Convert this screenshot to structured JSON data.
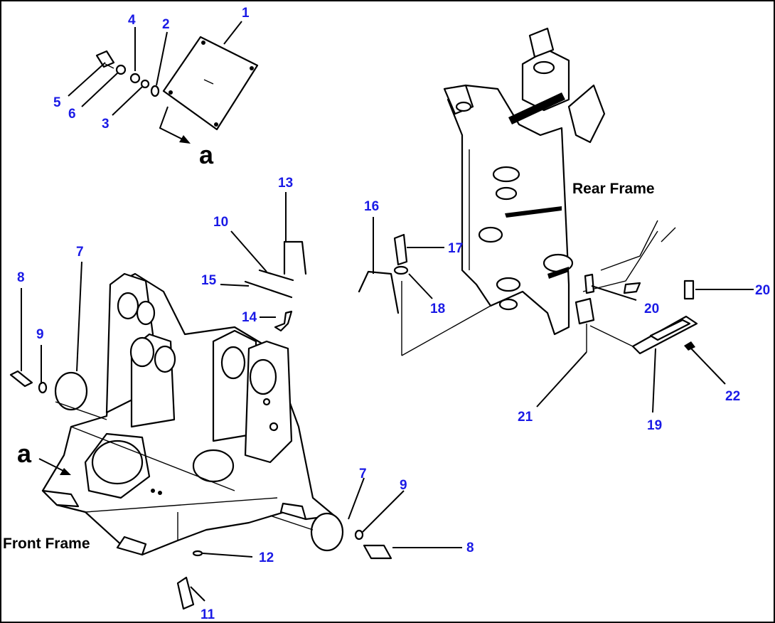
{
  "diagram": {
    "frame_labels": {
      "front": "Front Frame",
      "rear": "Rear Frame"
    },
    "reference_letter": "a",
    "callouts": [
      "1",
      "2",
      "3",
      "4",
      "5",
      "6",
      "7",
      "7",
      "8",
      "8",
      "9",
      "9",
      "10",
      "11",
      "12",
      "13",
      "14",
      "15",
      "16",
      "17",
      "18",
      "19",
      "20",
      "20",
      "21",
      "22"
    ],
    "colors": {
      "callout": "#1a1ae6",
      "line": "#000000",
      "background": "#ffffff"
    }
  }
}
